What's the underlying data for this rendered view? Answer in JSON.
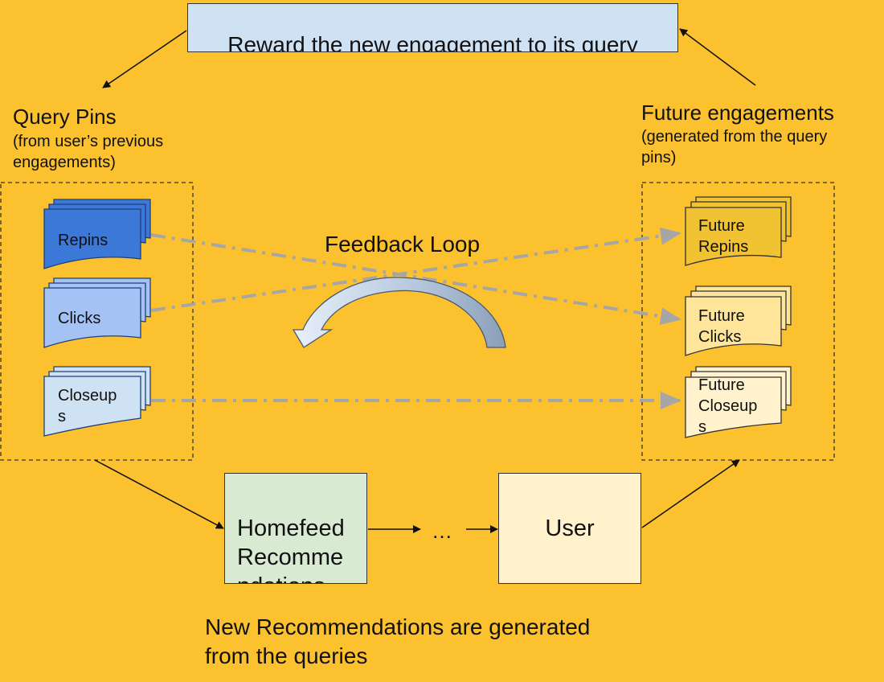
{
  "title_box": {
    "text": "Reward the new engagement to its query\nin offline workflow"
  },
  "query_pins": {
    "title": "Query Pins",
    "subtitle": "(from user’s previous\nengagements)",
    "items": [
      {
        "label": "Repins",
        "color": "#3C78D8"
      },
      {
        "label": "Clicks",
        "color": "#A4C2F4"
      },
      {
        "label": "Closeup\ns",
        "color": "#CFE2F3"
      }
    ]
  },
  "future_engagements": {
    "title": "Future engagements",
    "subtitle": "(generated from the query\npins)",
    "items": [
      {
        "label": "Future\nRepins",
        "color": "#F1C232"
      },
      {
        "label": "Future\nClicks",
        "color": "#FFE599"
      },
      {
        "label": "Future\nCloseup\ns",
        "color": "#FFF2CC"
      }
    ]
  },
  "feedback_loop": {
    "label": "Feedback Loop"
  },
  "homefeed": {
    "label": "Homefeed\nRecomme\nndations"
  },
  "ellipsis": {
    "label": "…"
  },
  "user": {
    "label": "User"
  },
  "footer": {
    "text": "New Recommendations are generated\nfrom the queries"
  }
}
